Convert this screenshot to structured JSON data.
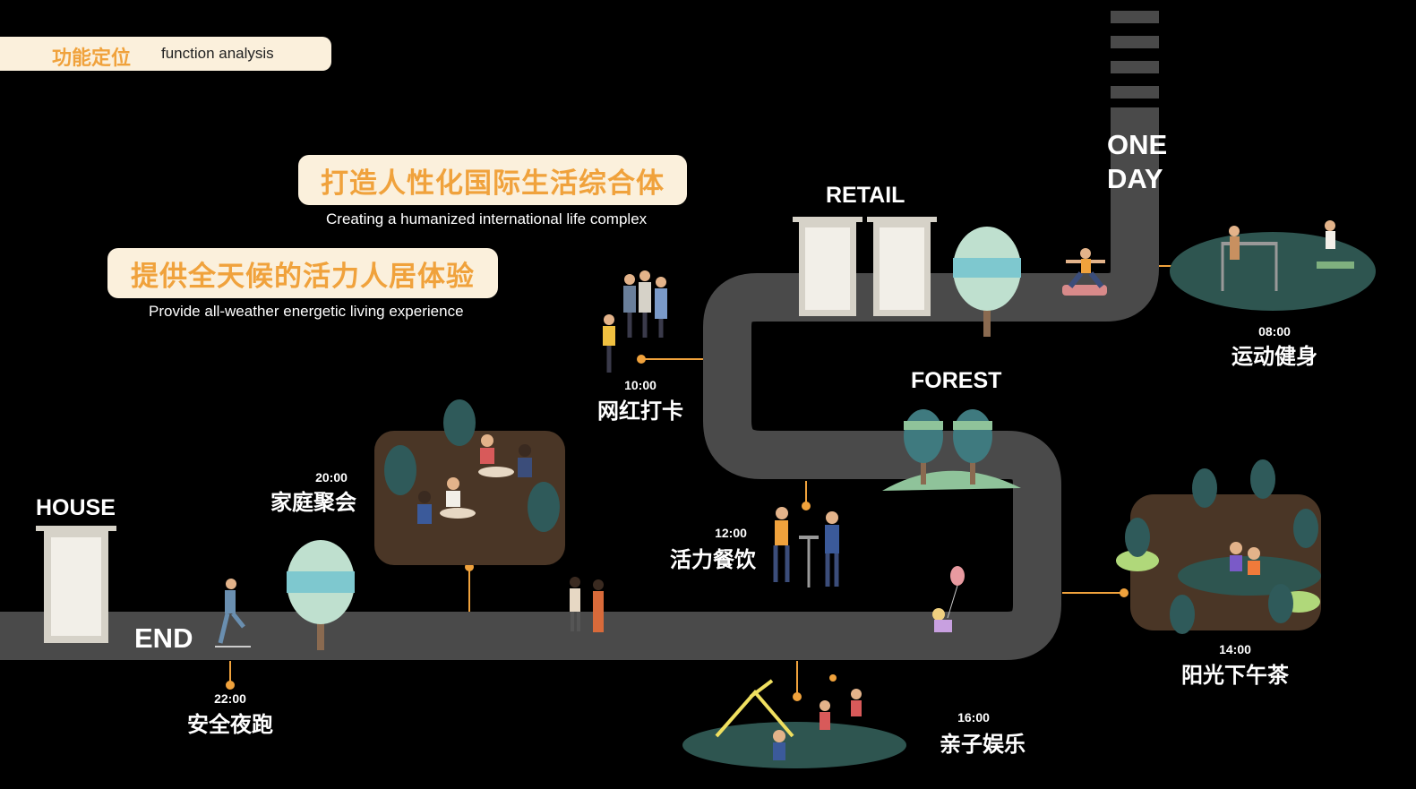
{
  "header": {
    "title_cn": "功能定位",
    "title_en": "function analysis"
  },
  "slogans": [
    {
      "cn": "打造人性化国际生活综合体",
      "en": "Creating a humanized international life complex"
    },
    {
      "cn": "提供全天候的活力人居体验",
      "en": "Provide all-weather energetic living experience"
    }
  ],
  "badge": {
    "line1": "ONE",
    "line2": "DAY"
  },
  "zones": {
    "retail": "RETAIL",
    "forest": "FOREST",
    "house": "HOUSE",
    "end": "END"
  },
  "stops": [
    {
      "time": "08:00",
      "activity": "运动健身"
    },
    {
      "time": "10:00",
      "activity": "网红打卡"
    },
    {
      "time": "12:00",
      "activity": "活力餐饮"
    },
    {
      "time": "14:00",
      "activity": "阳光下午茶"
    },
    {
      "time": "16:00",
      "activity": "亲子娱乐"
    },
    {
      "time": "20:00",
      "activity": "家庭聚会"
    },
    {
      "time": "22:00",
      "activity": "安全夜跑"
    }
  ],
  "colors": {
    "background": "#000000",
    "road": "#4a4a4a",
    "accent": "#f0a23c",
    "cream": "#fbf0dc",
    "tree": "#8fd0c9",
    "ground": "#2e5550",
    "soil": "#4a3626"
  }
}
